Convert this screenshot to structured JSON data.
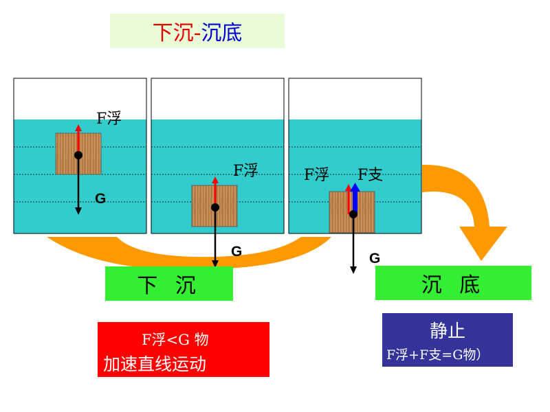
{
  "title": {
    "part1": "下沉-",
    "part2": "沉底"
  },
  "forces": {
    "buoyancy": "F浮",
    "gravity": "G",
    "support": "F支"
  },
  "boxes": {
    "sinking": "下 沉",
    "bottom": "沉 底"
  },
  "sinking_info": {
    "condition": "F浮<G  物",
    "motion": "加速直线运动"
  },
  "bottom_info": {
    "state": "静止",
    "equation": "F浮+F支=G物）"
  },
  "colors": {
    "water": "#33cccc",
    "arrow_orange": "#ff9900",
    "buoyancy_arrow": "#ff0000",
    "support_arrow": "#0000ff",
    "green_box": "#33ee33",
    "red_box": "#ff0000",
    "blue_box": "#333399"
  }
}
